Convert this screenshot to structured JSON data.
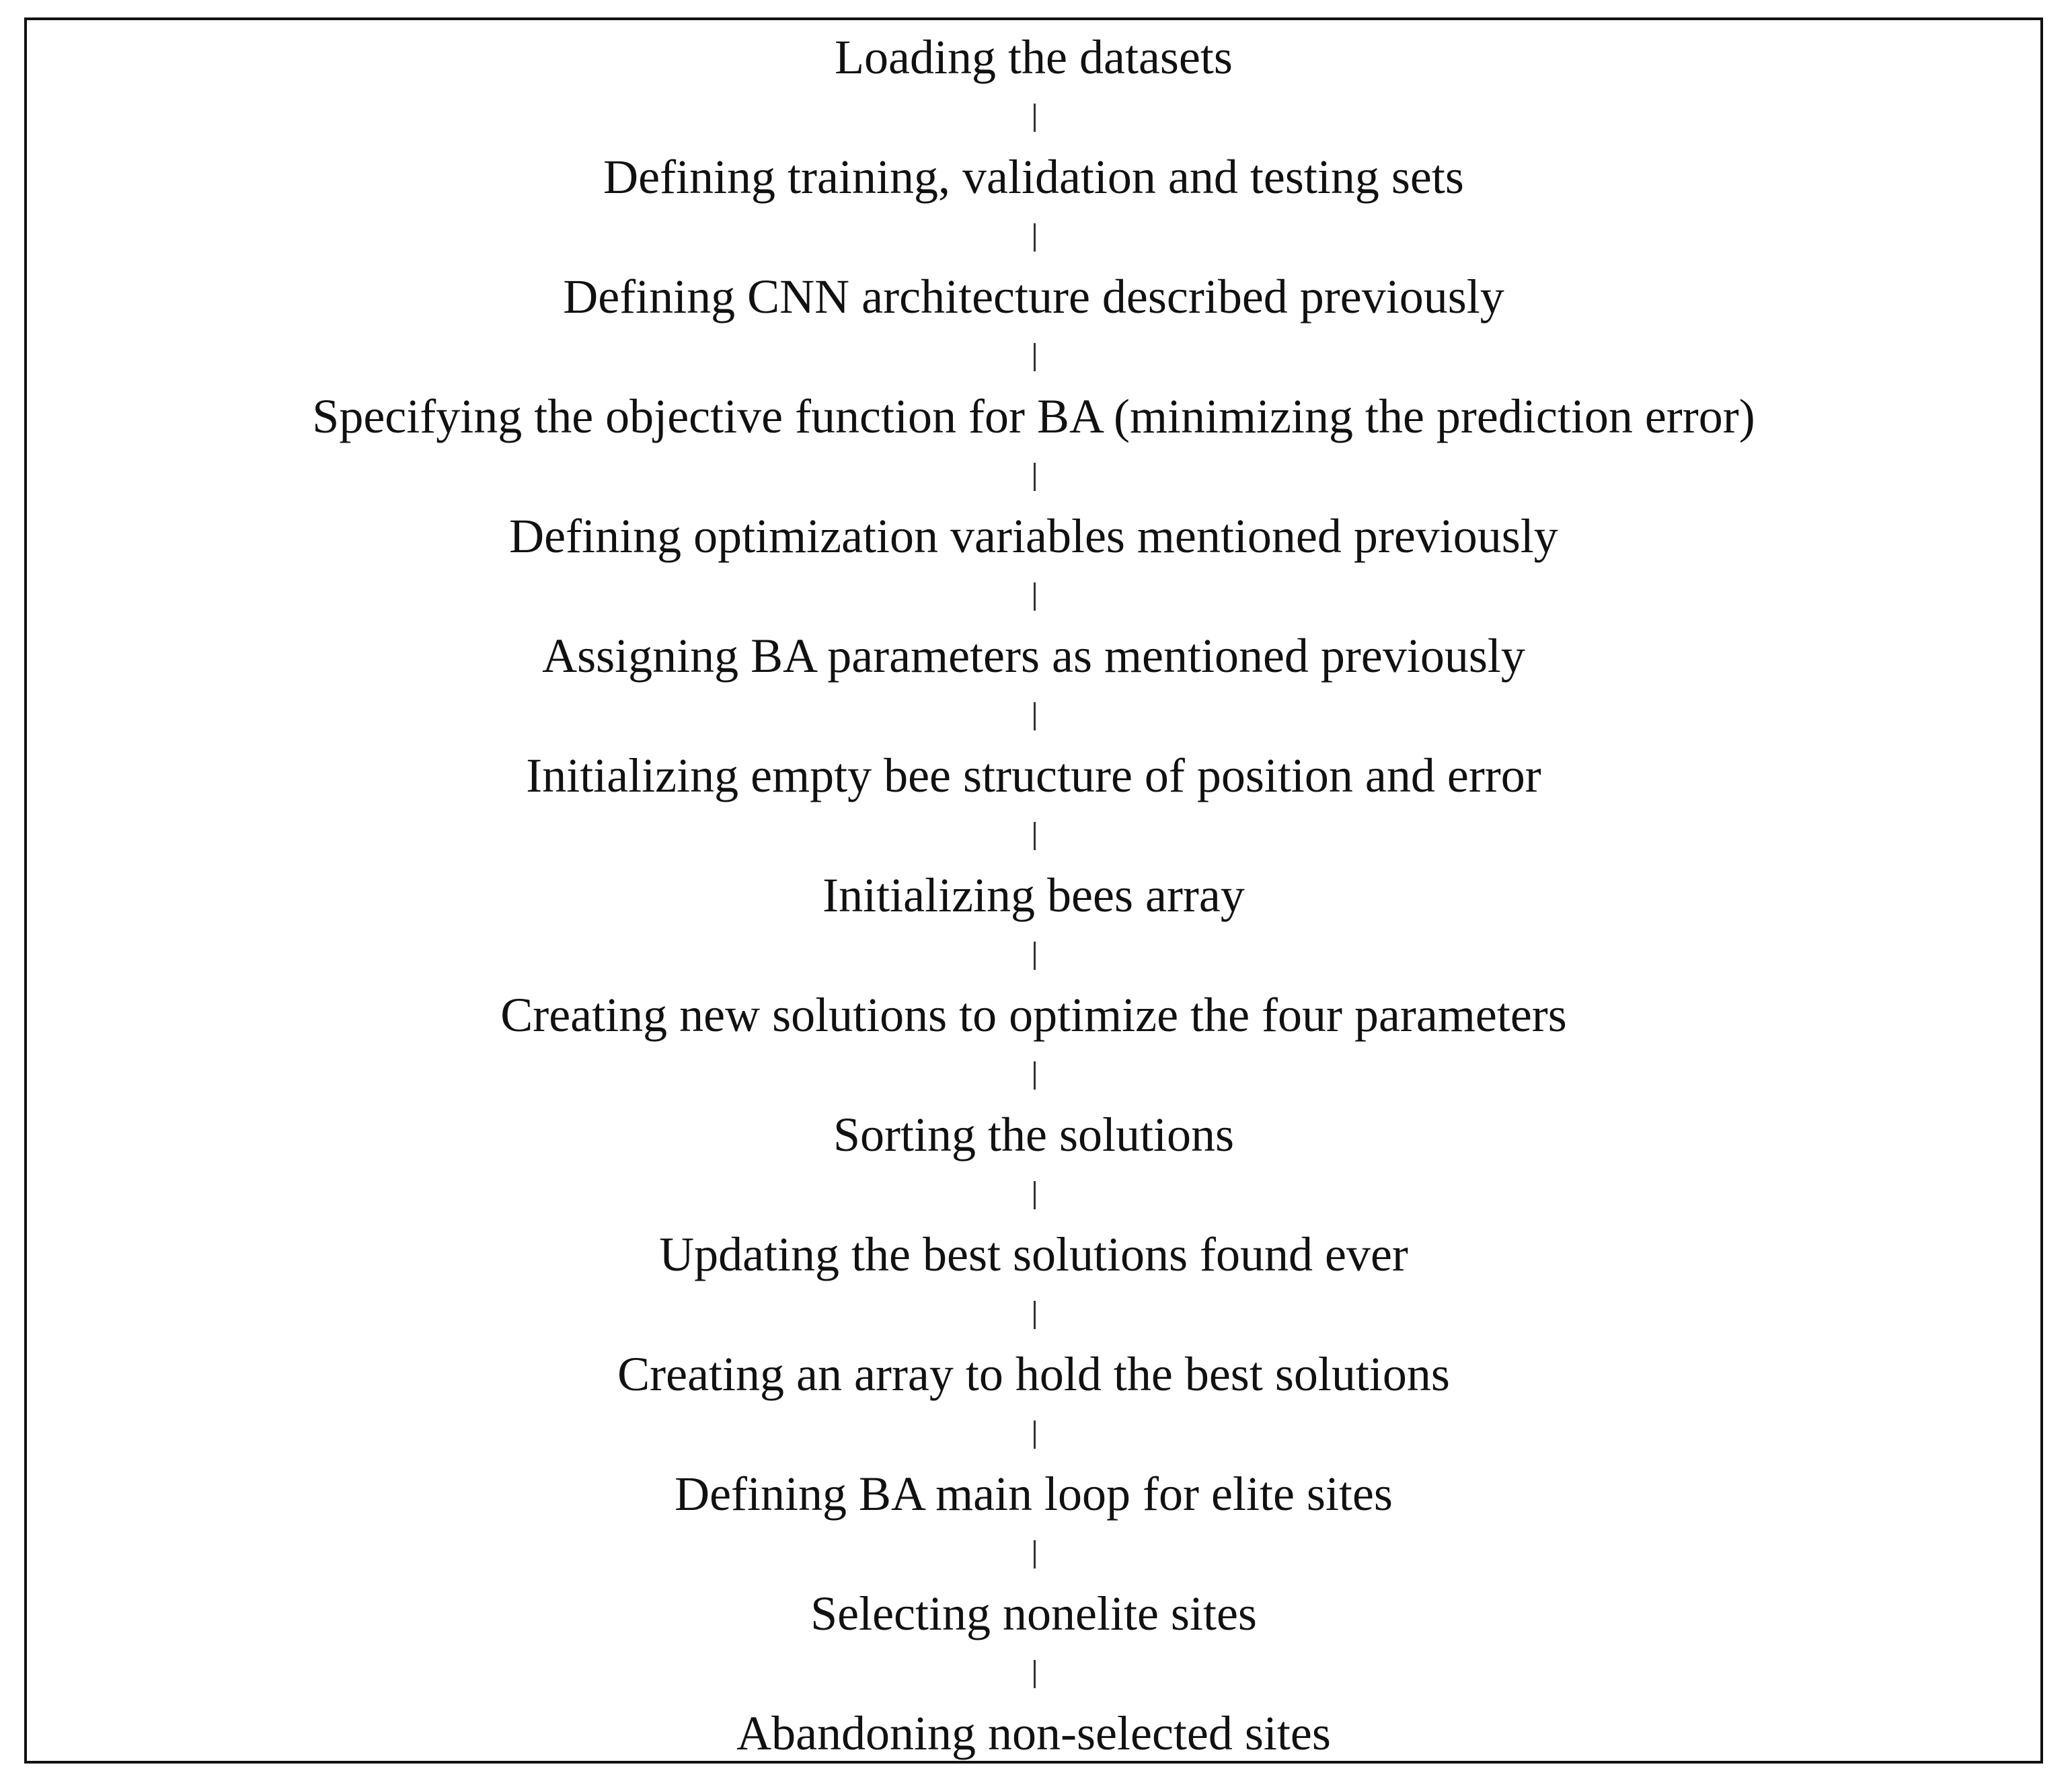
{
  "steps": [
    "Loading the datasets",
    "Defining training, validation and testing sets",
    "Defining CNN architecture described previously",
    "Specifying the objective function for BA (minimizing the prediction error)",
    "Defining optimization variables mentioned previously",
    "Assigning BA parameters as mentioned previously",
    "Initializing empty bee structure of position and error",
    "Initializing bees array",
    "Creating new solutions to optimize the four parameters",
    "Sorting the solutions",
    "Updating the best solutions found ever",
    "Creating an array to hold the best solutions",
    "Defining BA main loop for elite sites",
    "Selecting nonelite sites",
    "Abandoning non-selected sites"
  ],
  "colors": {
    "text": "#111111",
    "border": "#111111",
    "connector": "#333333",
    "background": "#ffffff"
  }
}
